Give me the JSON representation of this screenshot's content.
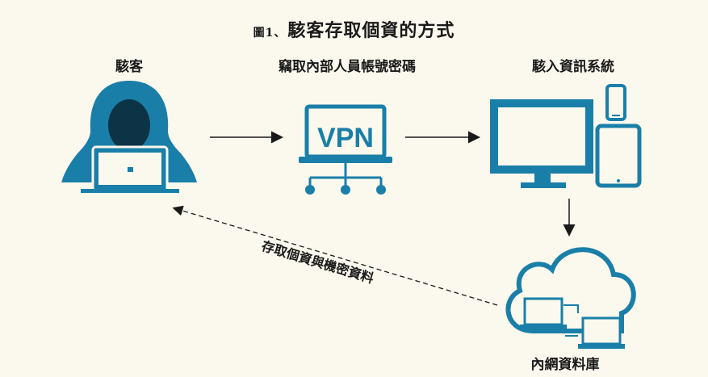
{
  "title": {
    "figure_number": "圖1、",
    "text": "駭客存取個資的方式"
  },
  "nodes": {
    "hacker": "駭客",
    "vpn": "竊取內部人員帳號密碼",
    "systems": "駭入資訊系統",
    "intranet": "內網資料庫"
  },
  "vpn_text": "VPN",
  "return_label": "存取個資與機密資料",
  "colors": {
    "icon": "#1a7fa8",
    "background": "#fbf8ee",
    "arrow": "#1a1a1a"
  }
}
